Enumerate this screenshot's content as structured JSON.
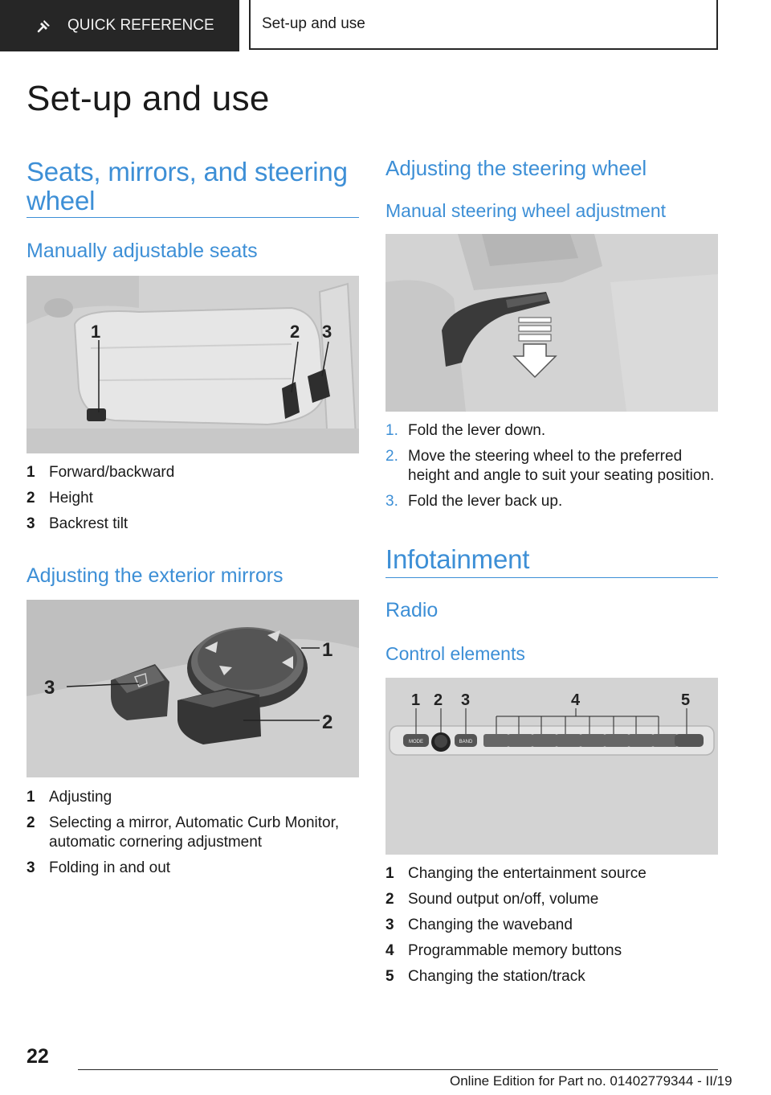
{
  "header": {
    "section_label": "QUICK REFERENCE",
    "page_label": "Set-up and use"
  },
  "page_title": "Set-up and use",
  "left": {
    "seats_heading": "Seats, mirrors, and steering wheel",
    "manual_seats_heading": "Manually adjustable seats",
    "seat_callouts": [
      "1",
      "2",
      "3"
    ],
    "seat_items": [
      {
        "num": "1",
        "text": "Forward/backward"
      },
      {
        "num": "2",
        "text": "Height"
      },
      {
        "num": "3",
        "text": "Backrest tilt"
      }
    ],
    "mirrors_heading": "Adjusting the exterior mirrors",
    "mirror_callouts": [
      "1",
      "2",
      "3"
    ],
    "mirror_items": [
      {
        "num": "1",
        "text": "Adjusting"
      },
      {
        "num": "2",
        "text": "Selecting a mirror, Automatic Curb Monitor, automatic cornering adjustment"
      },
      {
        "num": "3",
        "text": "Folding in and out"
      }
    ]
  },
  "right": {
    "steering_heading": "Adjusting the steering wheel",
    "manual_steering_heading": "Manual steering wheel adjustment",
    "steering_steps": [
      {
        "num": "1.",
        "text": "Fold the lever down."
      },
      {
        "num": "2.",
        "text": "Move the steering wheel to the preferred height and angle to suit your seating position."
      },
      {
        "num": "3.",
        "text": "Fold the lever back up."
      }
    ],
    "infotainment_heading": "Infotainment",
    "radio_heading": "Radio",
    "control_elements_heading": "Control elements",
    "radio_callouts": [
      "1",
      "2",
      "3",
      "4",
      "5"
    ],
    "radio_panel_labels": {
      "mode": "MODE",
      "band": "BAND"
    },
    "radio_items": [
      {
        "num": "1",
        "text": "Changing the entertainment source"
      },
      {
        "num": "2",
        "text": "Sound output on/off, volume"
      },
      {
        "num": "3",
        "text": "Changing the waveband"
      },
      {
        "num": "4",
        "text": "Programmable memory buttons"
      },
      {
        "num": "5",
        "text": "Changing the station/track"
      }
    ]
  },
  "footer": {
    "page_number": "22",
    "edition_text": "Online Edition for Part no. 01402779344 - II/19"
  },
  "colors": {
    "accent_blue": "#3d8fd6",
    "header_dark": "#262626",
    "figure_gray": "#d4d4d4"
  }
}
